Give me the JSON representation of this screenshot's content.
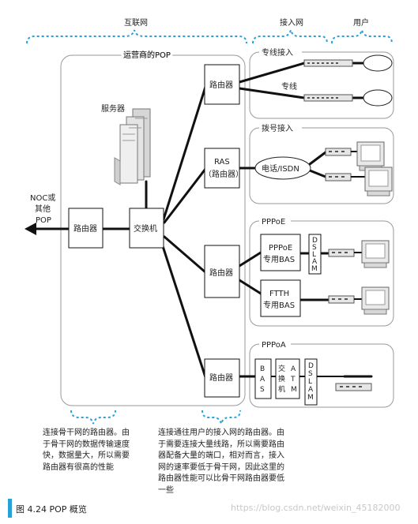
{
  "regions": {
    "internet": "互联网",
    "access_network": "接入网",
    "user": "用户"
  },
  "pop": {
    "title": "运营商的POP",
    "server": "服务器",
    "switch": "交换机",
    "router_left": "路由器",
    "router_top": "路由器",
    "ras_line1": "RAS",
    "ras_line2": "（路由器）",
    "router_mid": "路由器",
    "router_bottom": "路由器",
    "noc_line1": "NOC或",
    "noc_line2": "其他",
    "noc_line3": "POP"
  },
  "access": {
    "leased_title": "专线接入",
    "leased_line": "专线",
    "dialup_title": "拨号接入",
    "phone_isdn": "电话/ISDN",
    "pppoe_title": "PPPoE",
    "pppoe_bas_line1": "PPPoE",
    "pppoe_bas_line2": "专用BAS",
    "ftth_bas_line1": "FTTH",
    "ftth_bas_line2": "专用BAS",
    "dslam": [
      "D",
      "S",
      "L",
      "A",
      "M"
    ],
    "pppoa_title": "PPPoA",
    "pppoa_bas": [
      "B",
      "A",
      "S"
    ],
    "pppoa_switch": [
      "交",
      "换",
      "机"
    ],
    "pppoa_atm": [
      "A",
      "T",
      "M"
    ],
    "pppoa_dslam": [
      "D",
      "S",
      "L",
      "A",
      "M"
    ]
  },
  "notes": {
    "left": [
      "连接骨干网的路由器。由",
      "于骨干网的数据传输速度",
      "快，数据量大，所以需要",
      "路由器有很高的性能"
    ],
    "right": [
      "连接通往用户的接入网的路由器。由",
      "于需要连接大量线路，所以需要路由",
      "器配备大量的端口，相对而言，接入",
      "网的速率要低于骨干网，因此这里的",
      "路由器性能可以比骨干网路由器要低",
      "一些"
    ]
  },
  "caption": "图 4.24   POP 概览",
  "watermark": "https://blog.csdn.net/weixin_45182000"
}
